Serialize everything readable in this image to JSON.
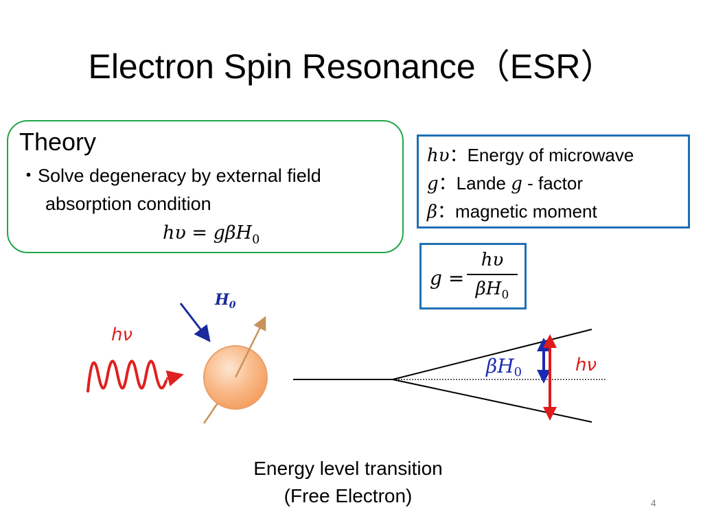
{
  "slide": {
    "title": "Electron Spin Resonance（ESR）",
    "page_number": "4"
  },
  "theory": {
    "heading": "Theory",
    "bullet": "・Solve degeneracy by external field",
    "sub": "absorption condition",
    "equation": {
      "lhs": "hυ",
      "eq": " = ",
      "rhs": "gβH",
      "rhs_sub": "0"
    }
  },
  "definitions": [
    {
      "symbol": "hυ",
      "sep": "：",
      "text": "Energy of microwave"
    },
    {
      "symbol": "g",
      "sep": "：",
      "text_before": "Lande ",
      "inline_symbol": "g",
      "text_after": " - factor"
    },
    {
      "symbol": "β",
      "sep": "：",
      "text": "magnetic moment"
    }
  ],
  "g_formula": {
    "lhs": "g",
    "eq": " =",
    "numerator": "hυ",
    "denominator": "βH",
    "denominator_sub": "0"
  },
  "diagram": {
    "photon_label": "hν",
    "field_label": "H",
    "field_label_sub": "0",
    "gap_label": "βH",
    "gap_label_sub": "0",
    "transition_label": "hν",
    "colors": {
      "photon": "#e02020",
      "field": "#1a2a9c",
      "spin_arrow": "#c8925a",
      "electron_fill": "#f8b27a",
      "electron_stroke": "#e9a06a",
      "gap_arrow": "#1a2ab0",
      "transition_arrow": "#e01a1a"
    }
  },
  "caption": {
    "line1": "Energy level transition",
    "line2": "(Free Electron)"
  }
}
